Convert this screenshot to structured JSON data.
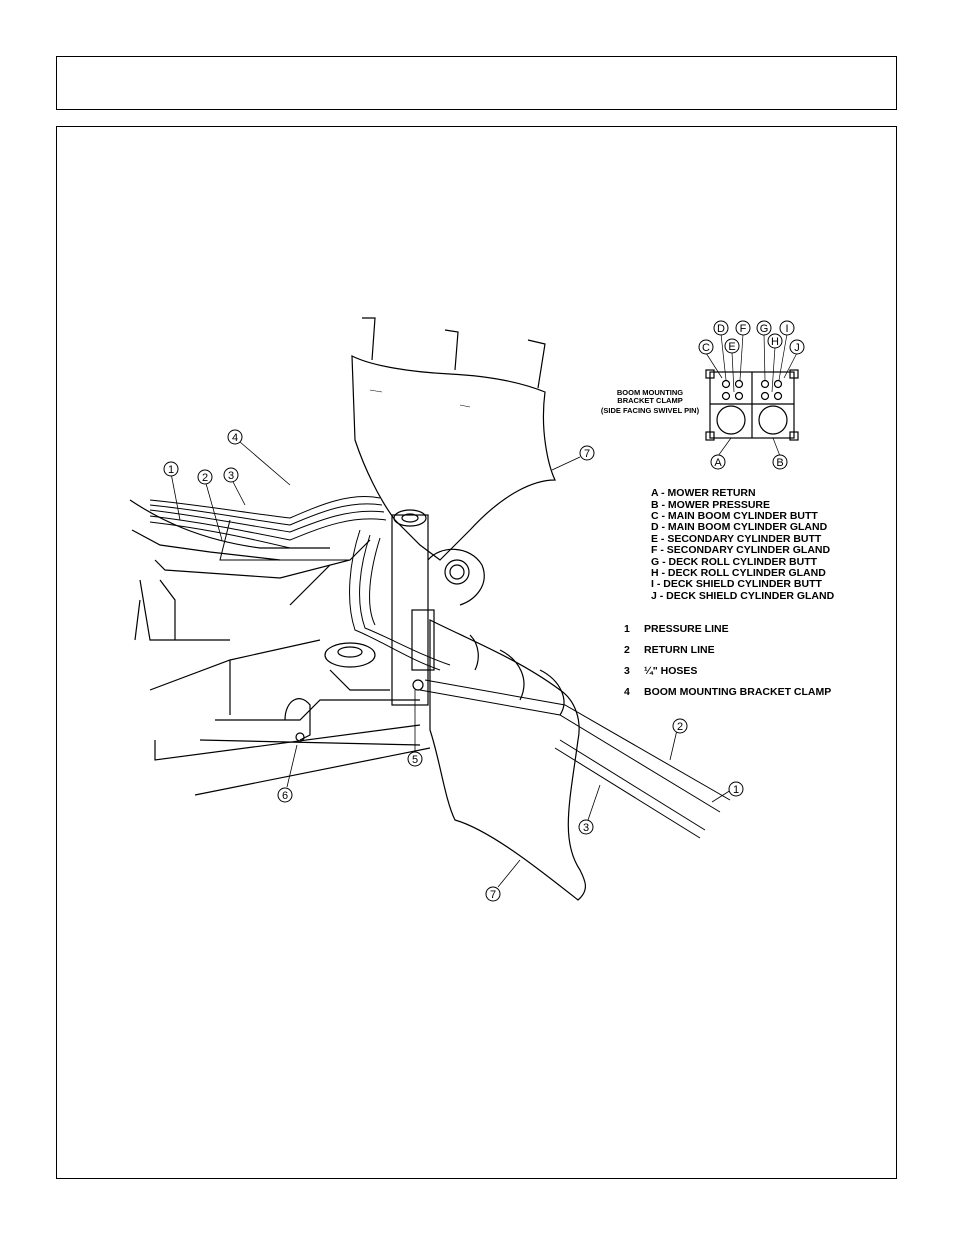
{
  "header": {
    "title": ""
  },
  "clamp_detail": {
    "caption_lines": [
      "BOOM MOUNTING",
      "BRACKET CLAMP",
      "(SIDE FACING SWIVEL PIN)"
    ],
    "top_letters": [
      "C",
      "D",
      "E",
      "F",
      "G",
      "H",
      "I",
      "J"
    ],
    "bottom_letters": [
      "A",
      "B"
    ]
  },
  "port_legend": [
    "A - MOWER RETURN",
    "B - MOWER PRESSURE",
    "C - MAIN BOOM CYLINDER BUTT",
    "D - MAIN BOOM CYLINDER GLAND",
    "E - SECONDARY CYLINDER BUTT",
    "F - SECONDARY CYLINDER GLAND",
    "G - DECK ROLL CYLINDER BUTT",
    "H - DECK ROLL CYLINDER GLAND",
    "I - DECK SHIELD CYLINDER BUTT",
    "J - DECK SHIELD CYLINDER GLAND"
  ],
  "part_legend": [
    {
      "num": "1",
      "label": "PRESSURE LINE"
    },
    {
      "num": "2",
      "label": "RETURN LINE"
    },
    {
      "num": "3",
      "label": "¼\" HOSES"
    },
    {
      "num": "4",
      "label": "BOOM MOUNTING BRACKET CLAMP"
    }
  ],
  "callouts": [
    "1",
    "2",
    "3",
    "4",
    "5",
    "6",
    "7",
    "1",
    "2",
    "3",
    "7"
  ]
}
